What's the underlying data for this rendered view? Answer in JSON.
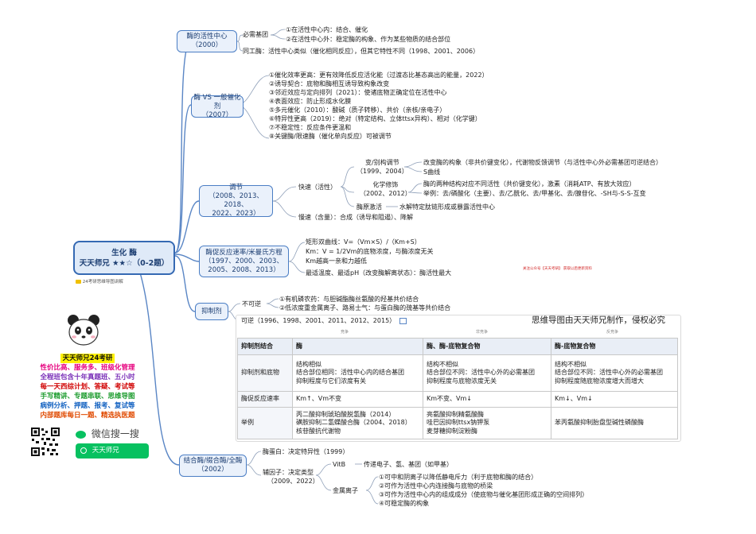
{
  "central": {
    "title": "生化 酶",
    "subtitle": "天天师兄 ★★☆（0-2题）",
    "tag": "24考研思维导图讲解"
  },
  "promo": {
    "title": "天天师兄24考研",
    "lines": [
      "性价比高、服务多、班级化管理",
      "全程班包含十年真题班、五小时",
      "每一天西综计划、答疑、考试等",
      "手写精讲、专题串联、思维导图",
      "病例分析、押题、报考、复试等",
      "内部题库每日一题、精选执医题"
    ],
    "colors": [
      "#e6007e",
      "#7a2fb8",
      "#d00000",
      "#1a9b2c",
      "#1060c0",
      "#e04a00"
    ],
    "wechat": "微信搜一搜",
    "search": "天天师兄"
  },
  "watermark": "思维导图由天天师兄制作，侵权必究",
  "small_red": "关注公众号【天天考研】 获取以后更新资料",
  "b1": {
    "node": [
      "酶的活性中心",
      "（2000）"
    ],
    "n1": "必需基团",
    "n1a": "①在活性中心内：结合、催化",
    "n1b": "②在活性中心外：稳定酶的构象、作为某些物质的结合部位",
    "n2": "同工酶：活性中心类似（催化相同反应），但其它特性不同（1998、2001、2006）"
  },
  "b2": {
    "node": [
      "酶 VS 一般催化剂",
      "（2007）"
    ],
    "items": [
      "①催化效率更高：更有效降低反应活化能（过渡态比基态高出的能量，2022）",
      "②诱导契合：底物和酶相互诱导致构象改变",
      "③邻近效应与定向排列（2021）：使诸底物正确定位在活性中心",
      "④表面效应：防止形成水化膜",
      "⑤多元催化（2010）：酸碱（质子转移）、共价（亲核/亲电子）",
      "⑥特异性更高（2019）：绝对（特定结构、立体ttsx异构）、相对（化学键）",
      "⑦不稳定性：反应条件更温和",
      "⑧关键酶/限速酶（催化单向反应）可被调节"
    ]
  },
  "b3": {
    "node": [
      "调节",
      "（2008、2013、2018、",
      "2022、2023）"
    ],
    "fast": "快速（活性）",
    "allo": [
      "变/别构调节",
      "（1999、2004）"
    ],
    "allo_a": "改变酶的构象（非共价键变化），代谢物反馈调节（与活性中心外必需基团可逆结合）",
    "allo_b": "S曲线",
    "chem": [
      "化学修饰",
      "（2002、2012）"
    ],
    "chem_a": "酶的两种结构对应不同活性（共价键变化），激素（消耗ATP、有放大效应）",
    "chem_b": "举例：去/磷酸化（主要）、去/乙酰化、去/甲基化、去/腺苷化、-SH与-S-S-互变",
    "zymogen": "酶原激活",
    "zymogen_a": "水解特定肽链形成或暴露活性中心",
    "slow": "慢速（含量）：合成（诱导和阻遏）、降解"
  },
  "b4": {
    "node": [
      "酶促反应速率/米曼氏方程",
      "（1997、2000、2003、",
      "2005、2008、2013）"
    ],
    "items": [
      "矩形双曲线：V=（Vm×S）/（Km+S）",
      "Km：V = 1/2Vm的底物浓度，与酶浓度无关",
      "Km越高一亲和力越低",
      "最适温度、最适pH（改变酶解离状态）：酶活性最大"
    ]
  },
  "b5": {
    "node": "抑制剂",
    "irrev": "不可逆",
    "irrev_a": "①有机磷农药：与胆碱酯酶丝氨酸的羟基共价结合",
    "irrev_b": "②低浓度重金属离子、路易士气：与蛋白酶的巯基等共价结合",
    "rev": "可逆（1996、1998、2001、2011、2012、2015）",
    "col_caps": [
      "竞争",
      "非竞争",
      "反竞争"
    ],
    "table": {
      "header": [
        "抑制剂结合",
        "酶",
        "酶、酶-底物复合物",
        "酶-底物复合物"
      ],
      "rows": [
        [
          "抑制剂和底物",
          "结构相似\n结合部位相同：活性中心内的结合基团\n抑制程度与它们浓度有关",
          "结构不相似\n结合部位不同：活性中心外的必需基团\n抑制程度与底物浓度无关",
          "结构不相似\n结合部位不同：活性中心外的必需基团\n抑制程度随底物浓度增大而增大"
        ],
        [
          "酶促反应速率",
          "Km↑、Vm不变",
          "Km不变、Vm↓",
          "Km↓、Vm↓"
        ],
        [
          "举例",
          "丙二酸抑制琥珀酸脱氢酶（2014）\n磺胺抑制二氢蝶酸合酶（2004、2018）\n核苷酸抗代谢物",
          "亮氨酸抑制精氨酸酶\n哇巴因抑制ttsx钠钾泵\n麦芽糖抑制淀粉酶",
          "苯丙氨酸抑制胎盘型碱性磷酸酶"
        ]
      ]
    }
  },
  "b6": {
    "node": [
      "结合酶/缀合酶/全酶",
      "（2002）"
    ],
    "apo": "酶蛋白：决定特异性（1999）",
    "cof": [
      "辅因子：决定类型",
      "（2009、2022）"
    ],
    "vitb": "VitB",
    "vitb_a": "传递电子、氢、基团（如甲基）",
    "metal": "金属离子",
    "metal_items": [
      "①可中和阴离子以降低静电斥力（利于底物和酶的结合）",
      "②可作为活性中心内连接酶与底物的桥梁",
      "③可作为活性中心内的组成成分（使底物与催化基团形成正确的空间排列）",
      "④可稳定酶的构象"
    ]
  }
}
